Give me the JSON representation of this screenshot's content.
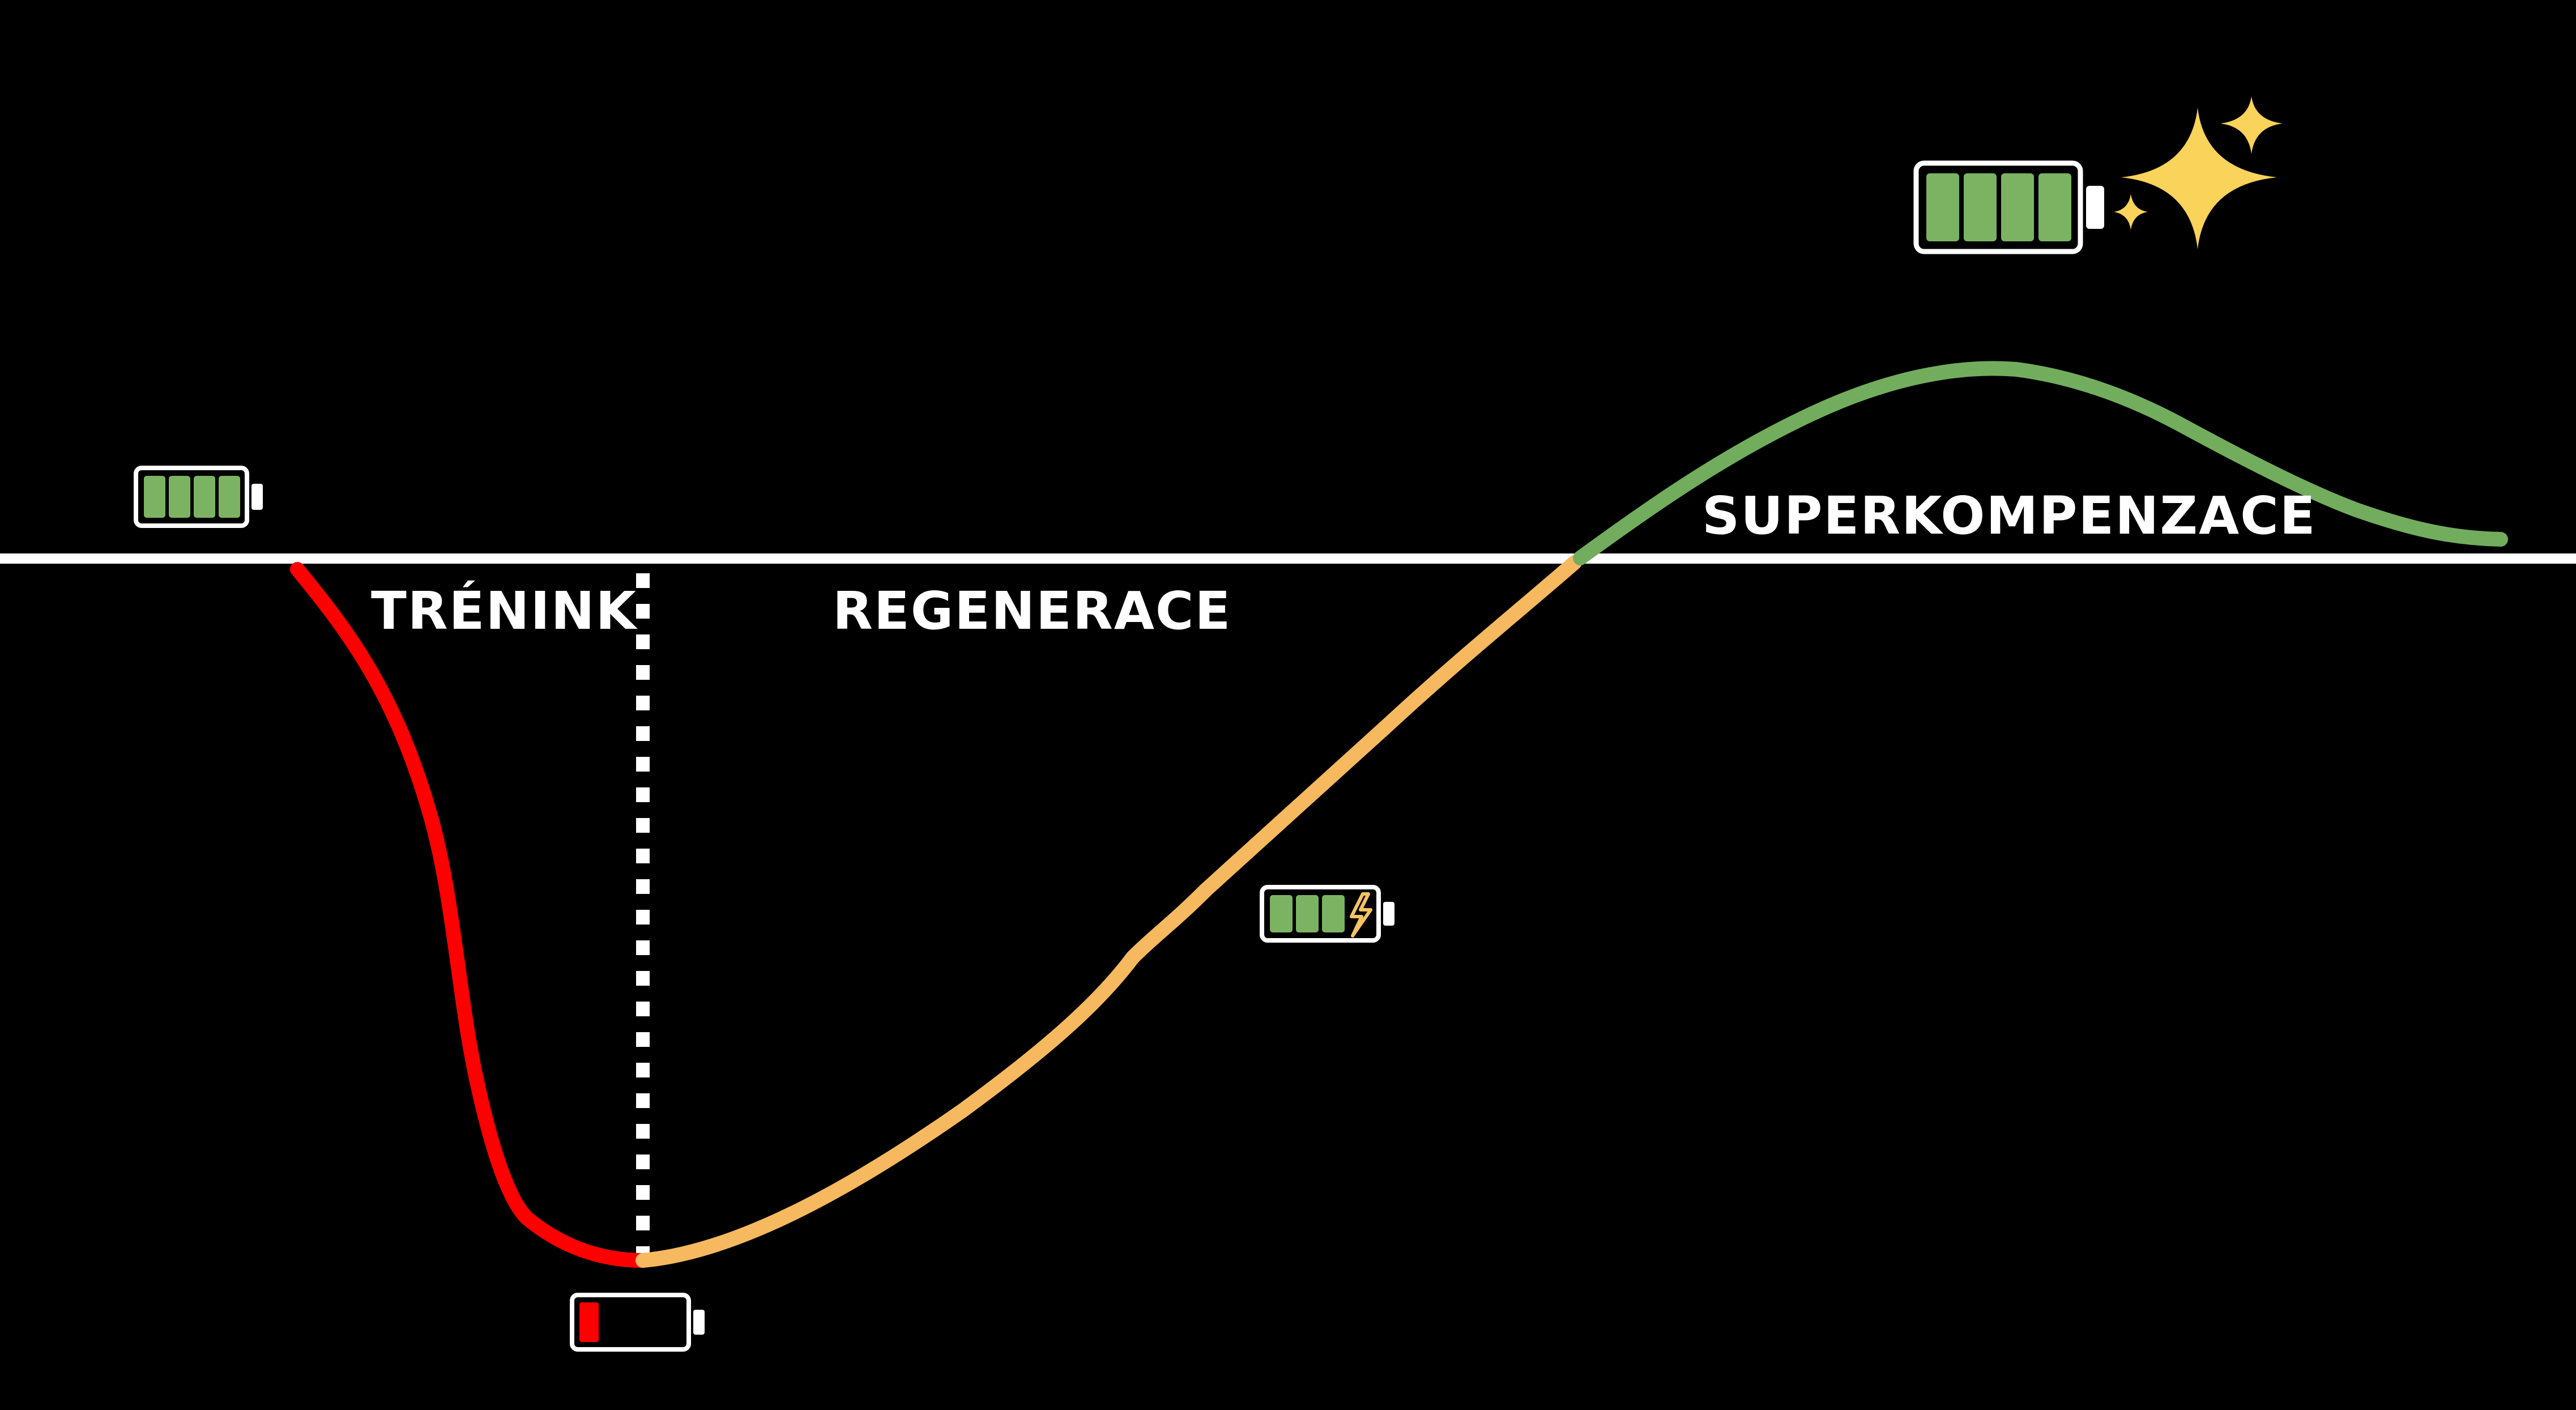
{
  "phases": {
    "training": "TRÉNINK",
    "regeneration": "REGENERACE",
    "supercompensation": "SUPERKOMPENZACE"
  },
  "batteries": {
    "start": {
      "icon": "battery-full-icon",
      "level": 1.0,
      "color": "#7bb363"
    },
    "low": {
      "icon": "battery-low-icon",
      "level": 0.15,
      "color": "#ff0000"
    },
    "charging": {
      "icon": "battery-charging-icon",
      "level": 0.75,
      "color": "#7bb363",
      "bolt_color": "#f6c264"
    },
    "super": {
      "icon": "battery-full-icon",
      "level": 1.0,
      "color": "#7bb363"
    }
  },
  "colors": {
    "background": "#000000",
    "baseline": "#ffffff",
    "training_curve": "#ff0000",
    "regeneration_curve": "#f6b95f",
    "supercompensation_curve": "#72ad5e",
    "sparkle": "#f9d35a",
    "text": "#ffffff"
  },
  "icons": {
    "sparkles": "sparkle-icon"
  }
}
